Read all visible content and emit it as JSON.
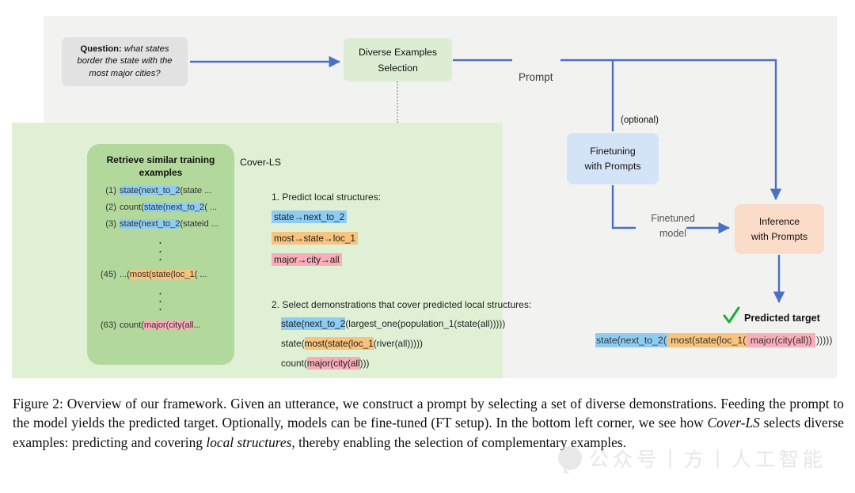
{
  "figure": {
    "question_box": {
      "label": "Question:",
      "text": " what states border the state with the most major cities?"
    },
    "diverse_examples_box": {
      "line1": "Diverse Examples",
      "line2": "Selection"
    },
    "prompt_label": "Prompt",
    "optional_label": "(optional)",
    "finetuning_box": {
      "line1": "Finetuning",
      "line2": "with Prompts"
    },
    "finetuned_model_label": "Finetuned model",
    "inference_box": {
      "line1": "Inference",
      "line2": "with Prompts"
    },
    "predicted_target_label": "Predicted target",
    "check_icon": "check-mark-icon",
    "predicted_target": [
      {
        "text": "state(next_to_2(",
        "highlight": "blue"
      },
      {
        "text": " most(state(loc_1(",
        "highlight": "orange"
      },
      {
        "text": " major(city(all)) ",
        "highlight": "pink"
      },
      {
        "text": ")))))",
        "highlight": "none"
      }
    ],
    "retrieve_box": {
      "title_line1": "Retrieve similar training",
      "title_line2": "examples",
      "rows": [
        {
          "index": "(1)",
          "segments": [
            {
              "text": "state(next_to_2",
              "highlight": "blue"
            },
            {
              "text": "(state ...",
              "highlight": "none"
            }
          ]
        },
        {
          "index": "(2)",
          "segments": [
            {
              "text": "count(",
              "highlight": "none"
            },
            {
              "text": "state(next_to_2",
              "highlight": "blue"
            },
            {
              "text": "( ...",
              "highlight": "none"
            }
          ]
        },
        {
          "index": "(3)",
          "segments": [
            {
              "text": "state(next_to_2",
              "highlight": "blue"
            },
            {
              "text": "(stateid ...",
              "highlight": "none"
            }
          ]
        },
        {
          "index": "(45)",
          "segments": [
            {
              "text": "...(",
              "highlight": "none"
            },
            {
              "text": "most(state(loc_1",
              "highlight": "orange"
            },
            {
              "text": "( ...",
              "highlight": "none"
            }
          ]
        },
        {
          "index": "(63)",
          "segments": [
            {
              "text": "count(",
              "highlight": "none"
            },
            {
              "text": "major(city(all",
              "highlight": "pink"
            },
            {
              "text": "...",
              "highlight": "none"
            }
          ]
        }
      ]
    },
    "coverls": {
      "title": "Cover-LS",
      "step1_title": "1. Predict local structures:",
      "local_structures": [
        {
          "text": "state→next_to_2",
          "highlight": "blue"
        },
        {
          "text": "most→state→loc_1",
          "highlight": "orange"
        },
        {
          "text": "major→city→all",
          "highlight": "pink"
        }
      ],
      "step2_title": "2. Select demonstrations that cover predicted local structures:",
      "demonstrations": [
        [
          {
            "text": "state(next_to_2",
            "highlight": "blue"
          },
          {
            "text": "(largest_one(population_1(state(all)))))",
            "highlight": "none"
          }
        ],
        [
          {
            "text": "state(",
            "highlight": "none"
          },
          {
            "text": "most(state(loc_1",
            "highlight": "orange"
          },
          {
            "text": "(river(all)))))",
            "highlight": "none"
          }
        ],
        [
          {
            "text": "count(",
            "highlight": "none"
          },
          {
            "text": "major(city(all",
            "highlight": "pink"
          },
          {
            "text": ")))",
            "highlight": "none"
          }
        ]
      ]
    },
    "colors": {
      "highlight_blue": "#8ecdf3",
      "highlight_orange": "#f8c37c",
      "highlight_pink": "#f9adb9",
      "arrow_blue": "#4a6fc4",
      "panel_green": "#dff0d5",
      "retrieve_green": "#b3d89c",
      "des_green": "#dcedd4",
      "finetuning_blue": "#d4e4f7",
      "inference_peach": "#fadcc8",
      "question_gray": "#e2e2e2",
      "check_green": "#1faa3a"
    }
  },
  "caption": {
    "prefix": "Figure 2:",
    "part1": " Overview of our framework.  Given an utterance, we construct a prompt by selecting a set of diverse demonstrations. Feeding the prompt to the model yields the predicted target. Optionally, models can be fine-tuned (FT setup). In the bottom left corner, we see how ",
    "em1": "Cover-LS",
    "part2": " selects diverse examples: predicting and covering ",
    "em2": "local structures",
    "part3": ", thereby enabling the selection of complementary examples."
  },
  "watermark": {
    "text": "公众号丨方丨人工智能"
  }
}
